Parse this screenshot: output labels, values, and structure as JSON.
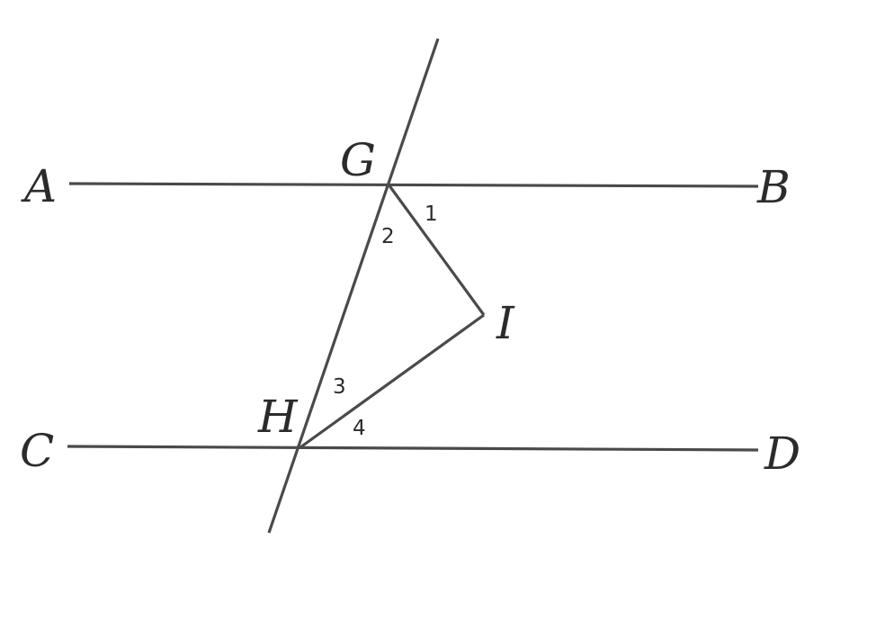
{
  "colors": {
    "background": "#ffffff",
    "line": "#4a4a4a",
    "text": "#2b2b2b"
  },
  "points": {
    "A": "A",
    "B": "B",
    "C": "C",
    "D": "D",
    "G": "G",
    "H": "H",
    "I": "I"
  },
  "angles": {
    "a1": "1",
    "a2": "2",
    "a3": "3",
    "a4": "4"
  }
}
